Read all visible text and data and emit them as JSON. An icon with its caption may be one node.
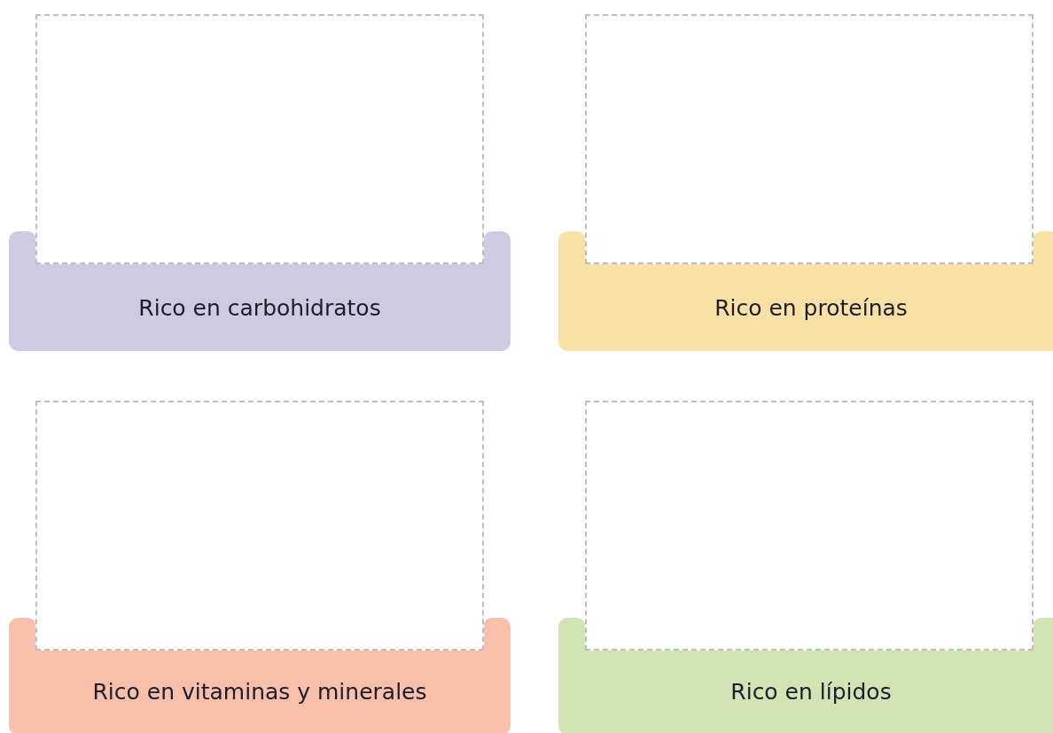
{
  "diagram": {
    "nodes": [
      {
        "text": [],
        "shape": "box"
      },
      {
        "text": [
          "Rico en carbohidratos"
        ]
      },
      {
        "text": [],
        "shape": "box"
      },
      {
        "text": [
          "Rico en proteínas"
        ]
      },
      {
        "text": [],
        "shape": "box"
      },
      {
        "text": [
          "Rico en vitaminas y minerales"
        ]
      },
      {
        "text": [],
        "shape": "box"
      },
      {
        "text": [
          "Rico en lípidos"
        ]
      }
    ]
  }
}
